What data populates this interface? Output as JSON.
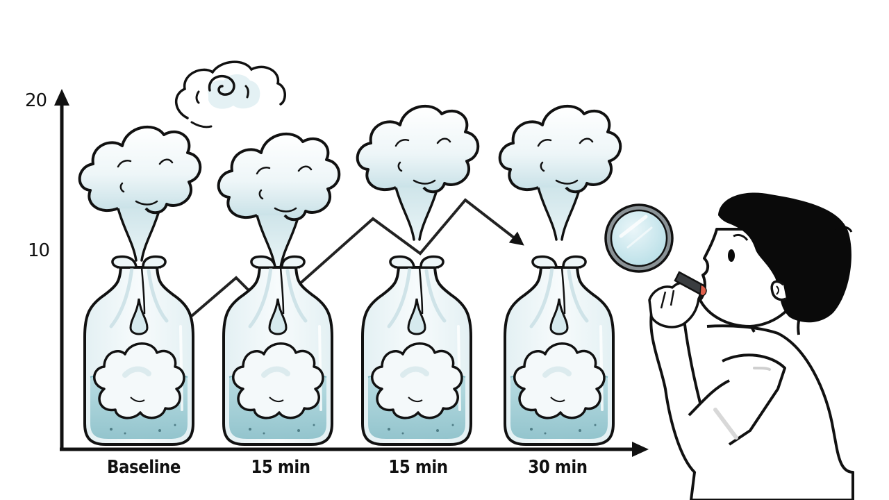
{
  "figure": {
    "description": "Hand-drawn illustration of four flasks releasing vapor clouds over time, plotted on axes, with a child observing through a magnifying glass",
    "colors": {
      "outline": "#111111",
      "vapor_fill": "#e6f2f4",
      "vapor_shade": "#c9e2e7",
      "liquid_fill": "#a9d3da",
      "liquid_dark": "#88bcc6",
      "glass_fill": "#eef6f8",
      "lens_fill": "#cfe8ee",
      "lens_rim": "#8a9296",
      "handle": "#3a3d40",
      "mouth": "#e0604c",
      "background": "#ffffff"
    }
  },
  "axes": {
    "y_ticks": [
      {
        "label": "20",
        "value": 20
      },
      {
        "label": "10",
        "value": 10
      }
    ],
    "x_labels": [
      "Baseline",
      "15 min",
      "15 min",
      "30 min"
    ]
  },
  "flasks": [
    {
      "label": "Baseline",
      "x_center": 200,
      "cloud_top": 170
    },
    {
      "label": "15 min",
      "x_center": 400,
      "cloud_top": 180
    },
    {
      "label": "15 min",
      "x_center": 600,
      "cloud_top": 140
    },
    {
      "label": "30 min",
      "x_center": 805,
      "cloud_top": 140
    }
  ],
  "trend_line": {
    "points": [
      [
        276,
        455
      ],
      [
        340,
        400
      ],
      [
        370,
        430
      ],
      [
        430,
        410
      ],
      [
        537,
        315
      ],
      [
        605,
        365
      ],
      [
        670,
        288
      ],
      [
        750,
        350
      ]
    ],
    "arrow": true
  },
  "observer": {
    "label": "child with magnifying glass"
  }
}
